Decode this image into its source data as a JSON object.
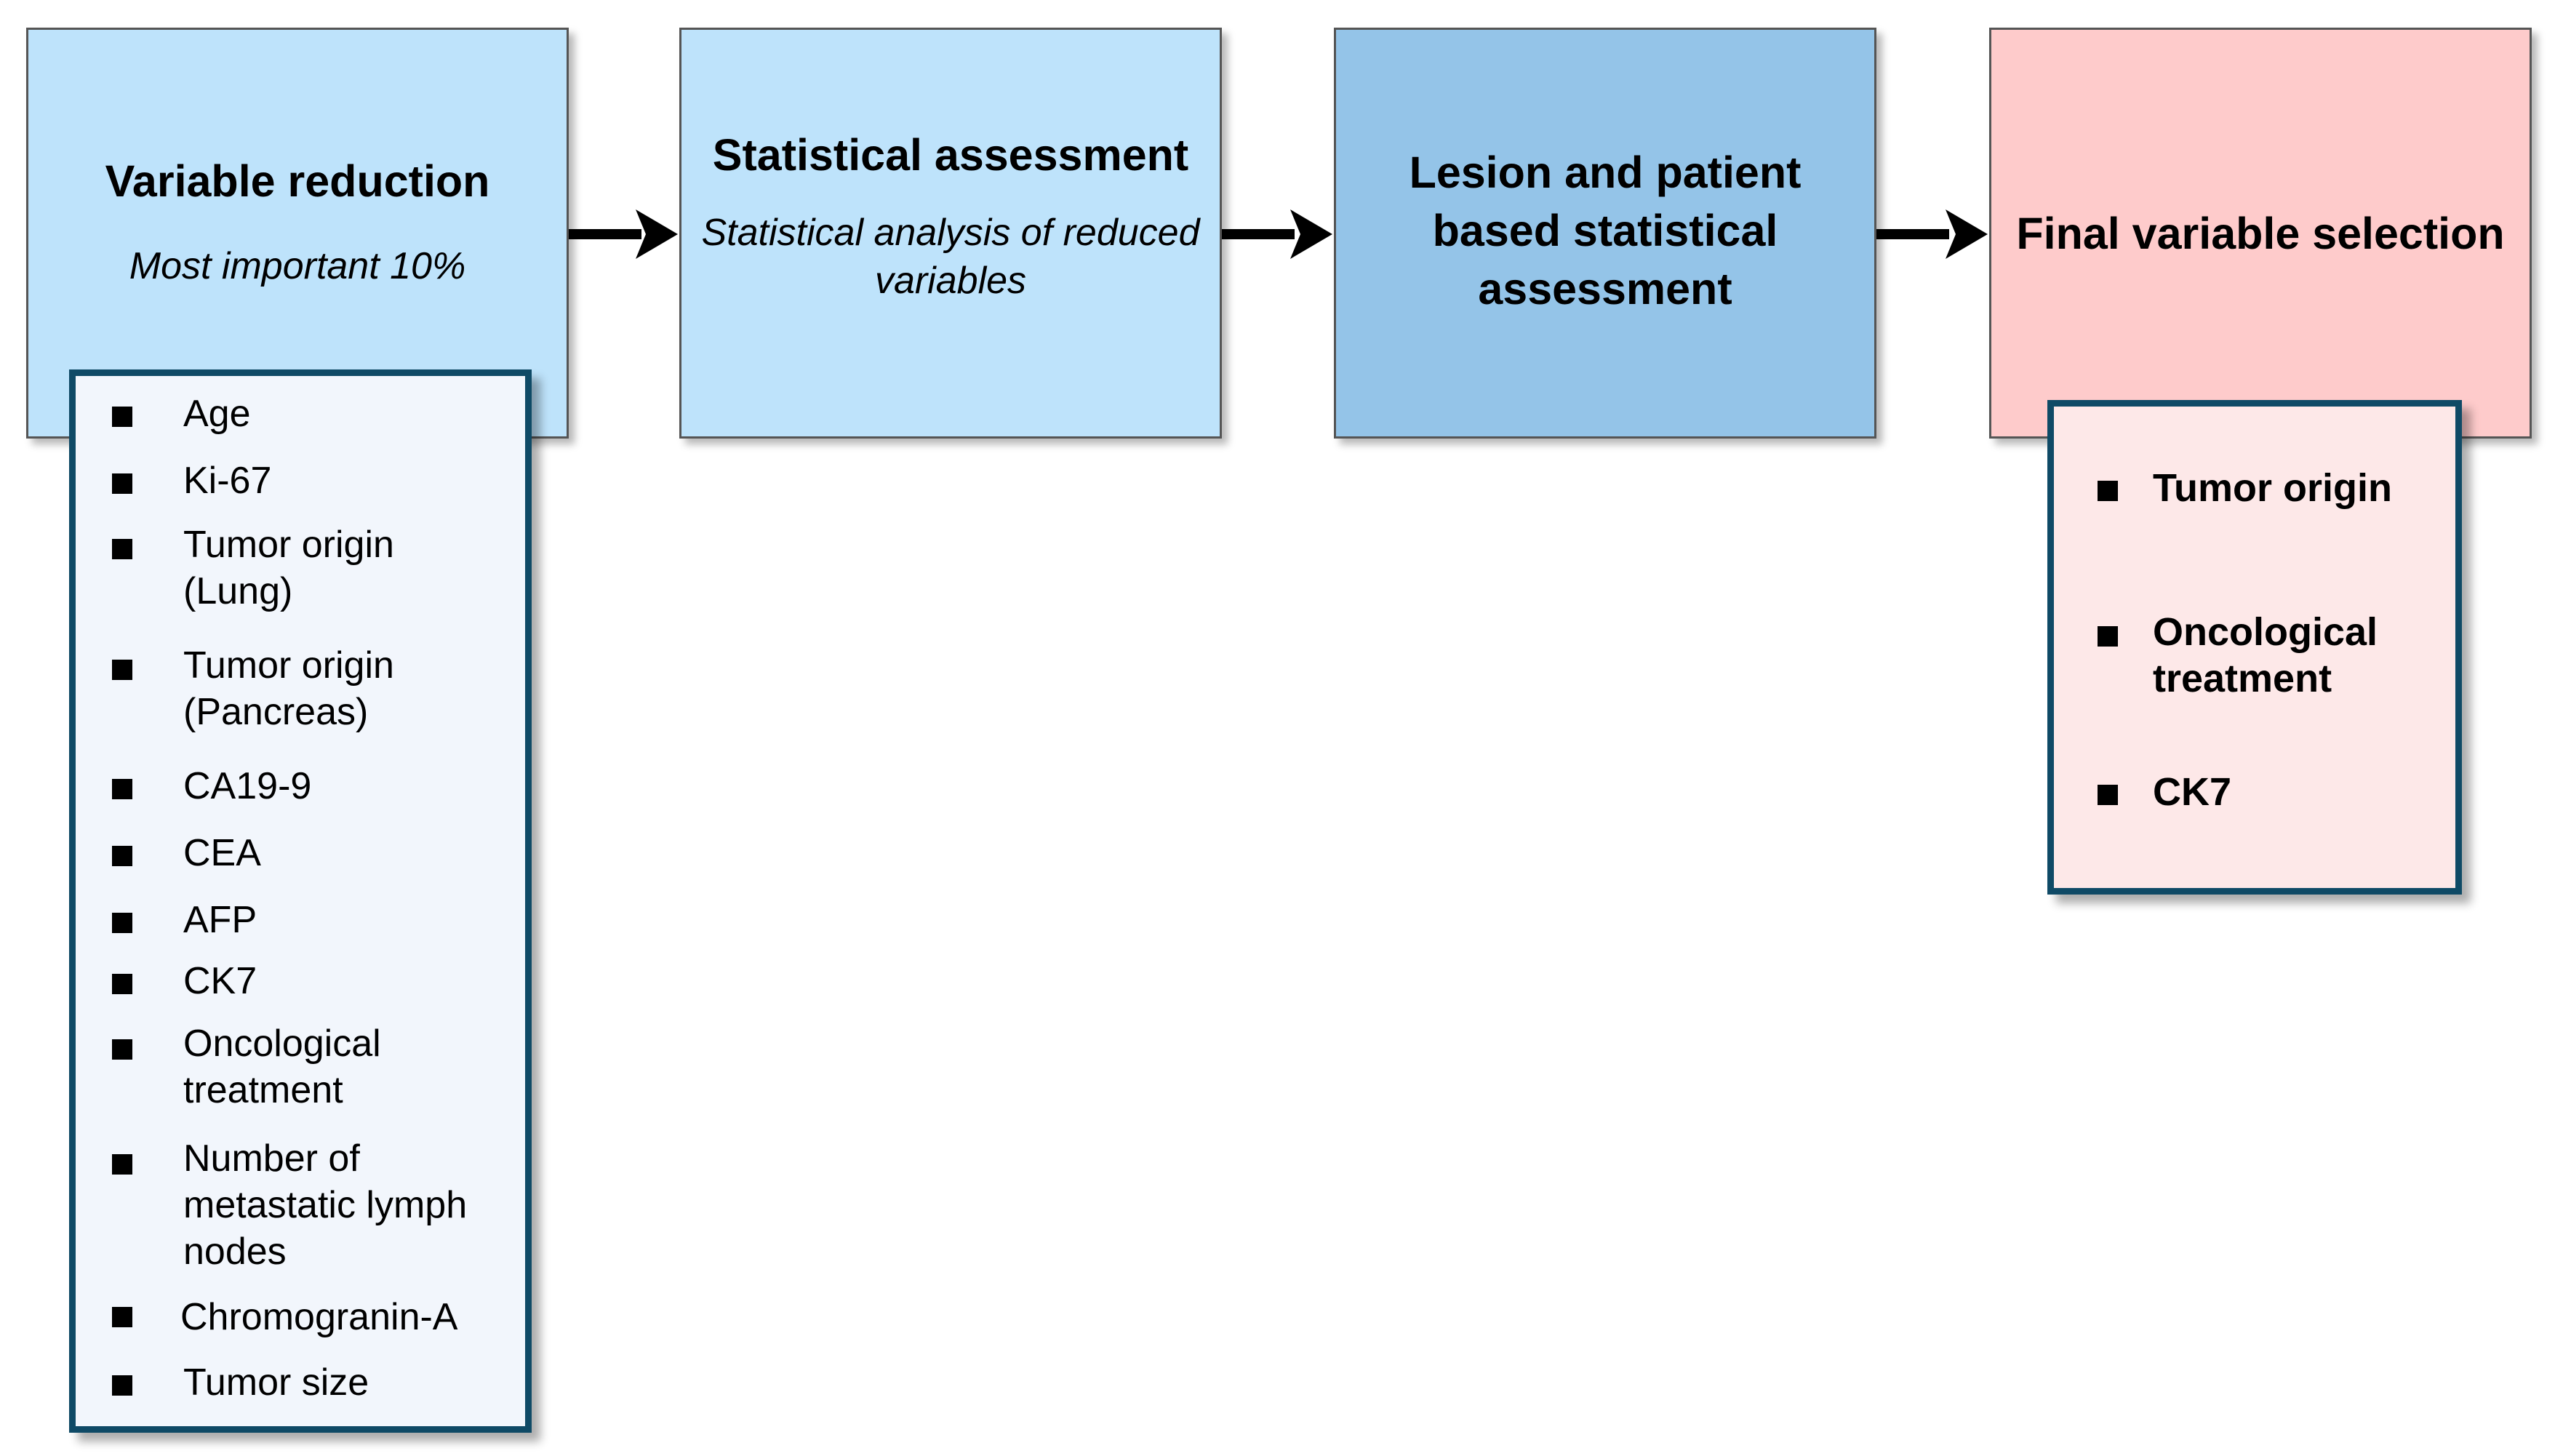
{
  "stages": [
    {
      "title": "Variable reduction",
      "subtitle": "Most important 10%"
    },
    {
      "title": "Statistical assessment",
      "subtitle": "Statistical analysis of reduced variables"
    },
    {
      "title": "Lesion and patient based statistical assessment"
    },
    {
      "title": "Final variable selection"
    }
  ],
  "reduced_variables": [
    "Age",
    "Ki-67",
    "Tumor origin (Lung)",
    "Tumor origin (Pancreas)",
    "CA19-9",
    "CEA",
    "AFP",
    "CK7",
    "Oncological treatment",
    "Number of metastatic lymph nodes",
    "Chromogranin-A",
    "Tumor size"
  ],
  "selected_variables": [
    "Tumor origin",
    "Oncological treatment",
    "CK7"
  ],
  "colors": {
    "stage_light_blue": "#bee3fb",
    "stage_mid_blue": "#94c4e8",
    "stage_pink": "#fecbcb",
    "panel_border": "#0f4a66",
    "left_panel_bg": "#f2f6fc",
    "right_panel_bg": "#fde8e8"
  }
}
